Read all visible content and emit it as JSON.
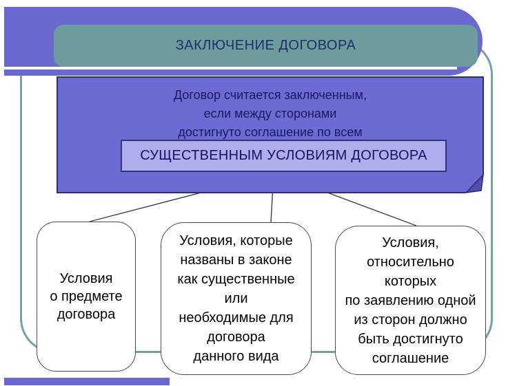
{
  "slide": {
    "title": "ЗАКЛЮЧЕНИЕ ДОГОВОРА",
    "statement": {
      "lines": [
        "Договор считается заключенным,",
        "если между сторонами",
        "достигнуто соглашение по всем"
      ],
      "highlight": "СУЩЕСТВЕННЫМ УСЛОВИЯМ ДОГОВОРА"
    },
    "branches": [
      {
        "lines": [
          "Условия",
          "о предмете",
          "договора"
        ]
      },
      {
        "lines": [
          "Условия, которые",
          "названы в законе",
          "как существенные",
          "или",
          "необходимые для",
          "договора",
          "данного вида"
        ]
      },
      {
        "lines": [
          "Условия,",
          "относительно",
          "которых",
          "по заявлению одной",
          "из сторон должно",
          "быть достигнуто",
          "соглашение"
        ]
      }
    ],
    "colors": {
      "banner_purple": "#6A69CF",
      "main_box_purple": "#6B6BD3",
      "main_box_border": "#2F2F78",
      "highlight_fill": "#AEAEEC",
      "title_teal": "#6D9C9C",
      "frame_teal": "#73A2A2",
      "navy_text": "#191960",
      "fold_purple": "#4F4FB2"
    }
  }
}
